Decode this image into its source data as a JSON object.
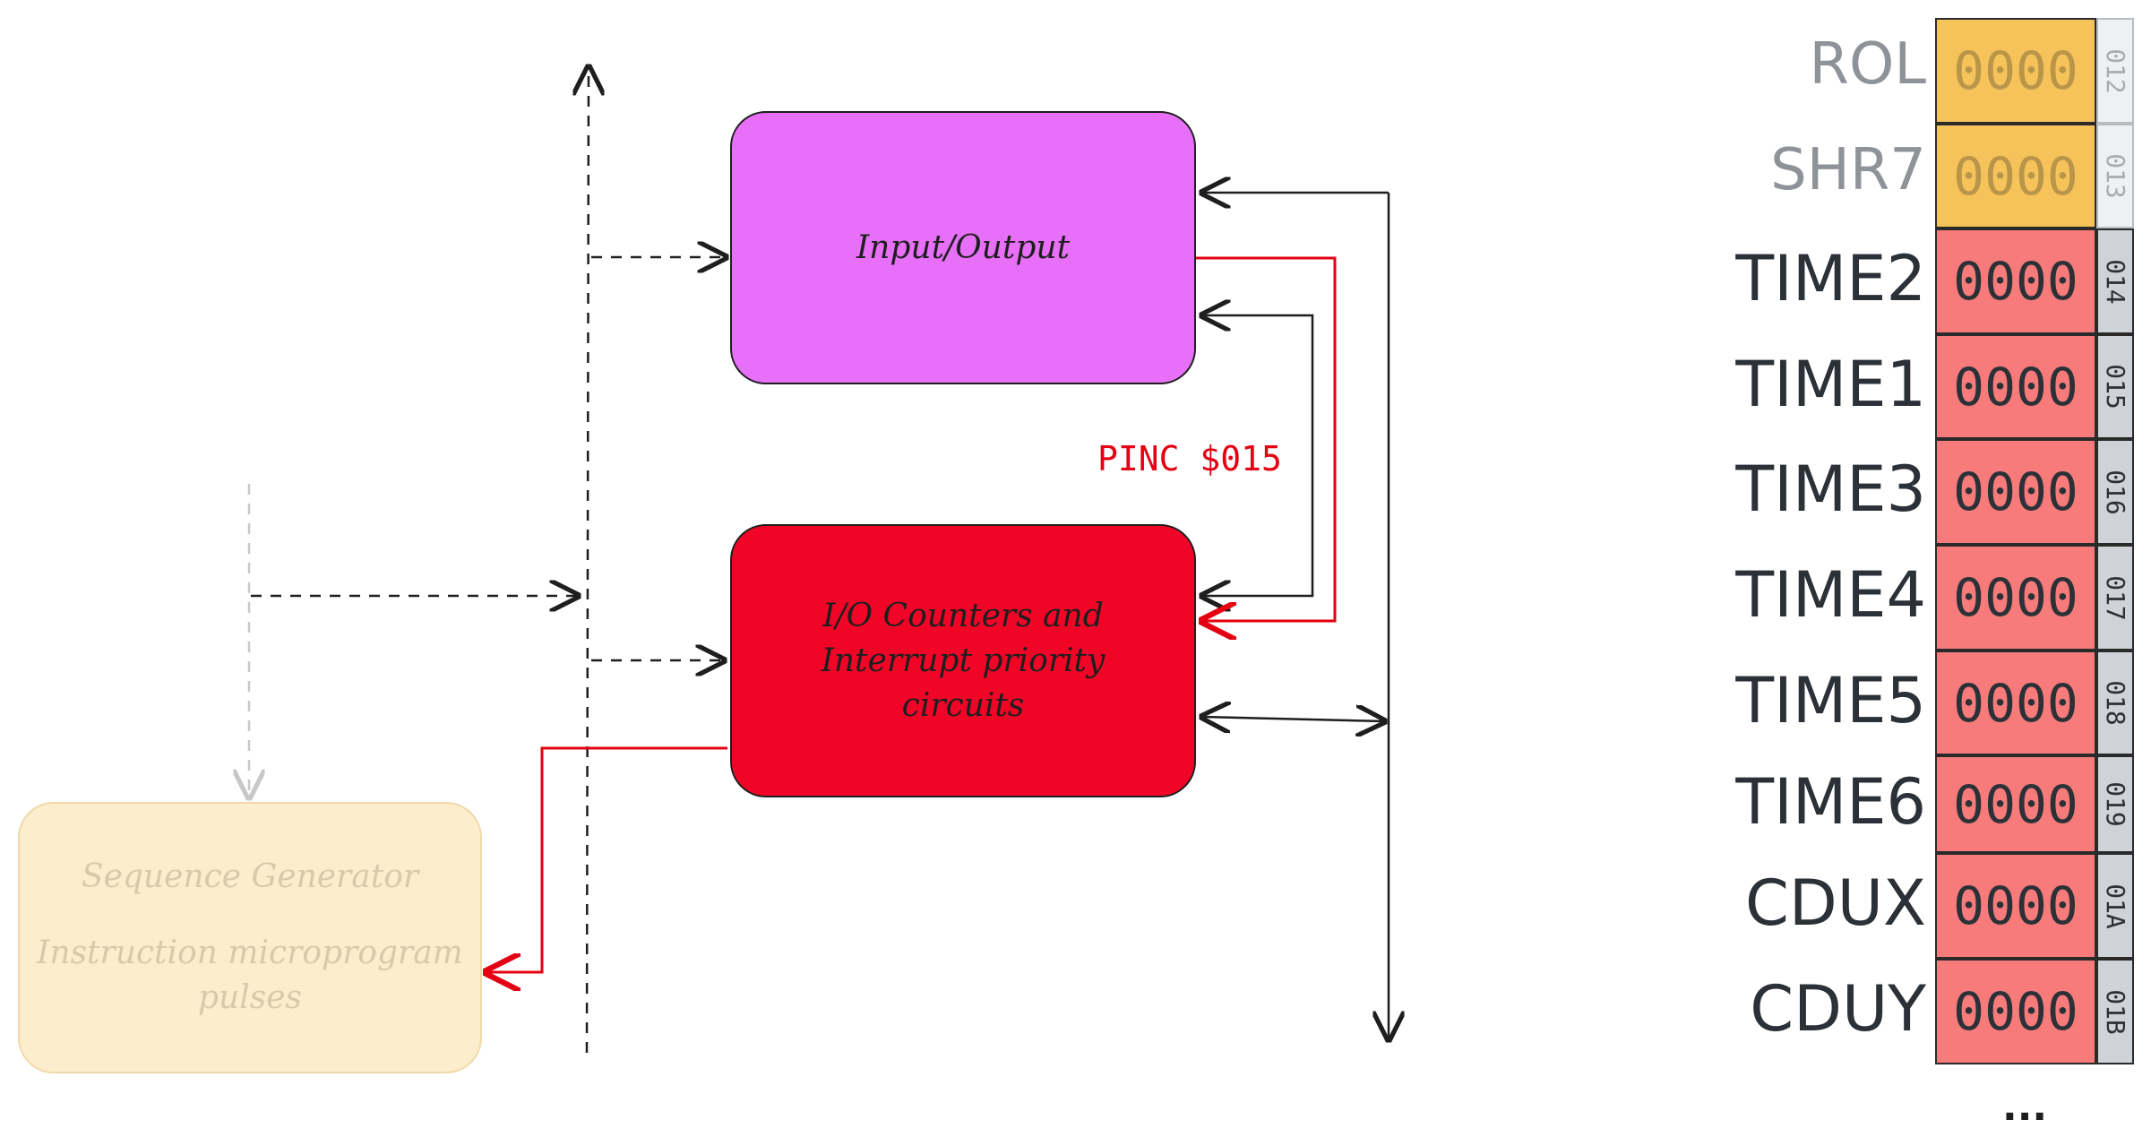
{
  "diagram": {
    "io_box": {
      "label": "Input/Output"
    },
    "counters_box": {
      "lines": [
        "I/O Counters and",
        "Interrupt priority",
        "circuits"
      ]
    },
    "sequence_box": {
      "line1": "Sequence Generator",
      "line2": "Instruction microprogram",
      "line3": "pulses"
    },
    "pinc_label": "PINC $015"
  },
  "registers": [
    {
      "name": "ROL",
      "value": "0000",
      "addr": "012",
      "highlight": "yellow",
      "faded": true
    },
    {
      "name": "SHR7",
      "value": "0000",
      "addr": "013",
      "highlight": "yellow",
      "faded": true
    },
    {
      "name": "TIME2",
      "value": "0000",
      "addr": "014",
      "highlight": "red",
      "faded": false
    },
    {
      "name": "TIME1",
      "value": "0000",
      "addr": "015",
      "highlight": "red",
      "faded": false
    },
    {
      "name": "TIME3",
      "value": "0000",
      "addr": "016",
      "highlight": "red",
      "faded": false
    },
    {
      "name": "TIME4",
      "value": "0000",
      "addr": "017",
      "highlight": "red",
      "faded": false
    },
    {
      "name": "TIME5",
      "value": "0000",
      "addr": "018",
      "highlight": "red",
      "faded": false
    },
    {
      "name": "TIME6",
      "value": "0000",
      "addr": "019",
      "highlight": "red",
      "faded": false
    },
    {
      "name": "CDUX",
      "value": "0000",
      "addr": "01A",
      "highlight": "red",
      "faded": false
    },
    {
      "name": "CDUY",
      "value": "0000",
      "addr": "01B",
      "highlight": "red",
      "faded": false
    }
  ],
  "more_indicator": "...",
  "colors": {
    "yellow_cell": "#f5c35a",
    "red_cell": "#f77b7b",
    "io_box": "#e870f8",
    "counters_box": "#f00527",
    "sequence_box": "#fcedcc",
    "red_wire": "#e40012"
  }
}
